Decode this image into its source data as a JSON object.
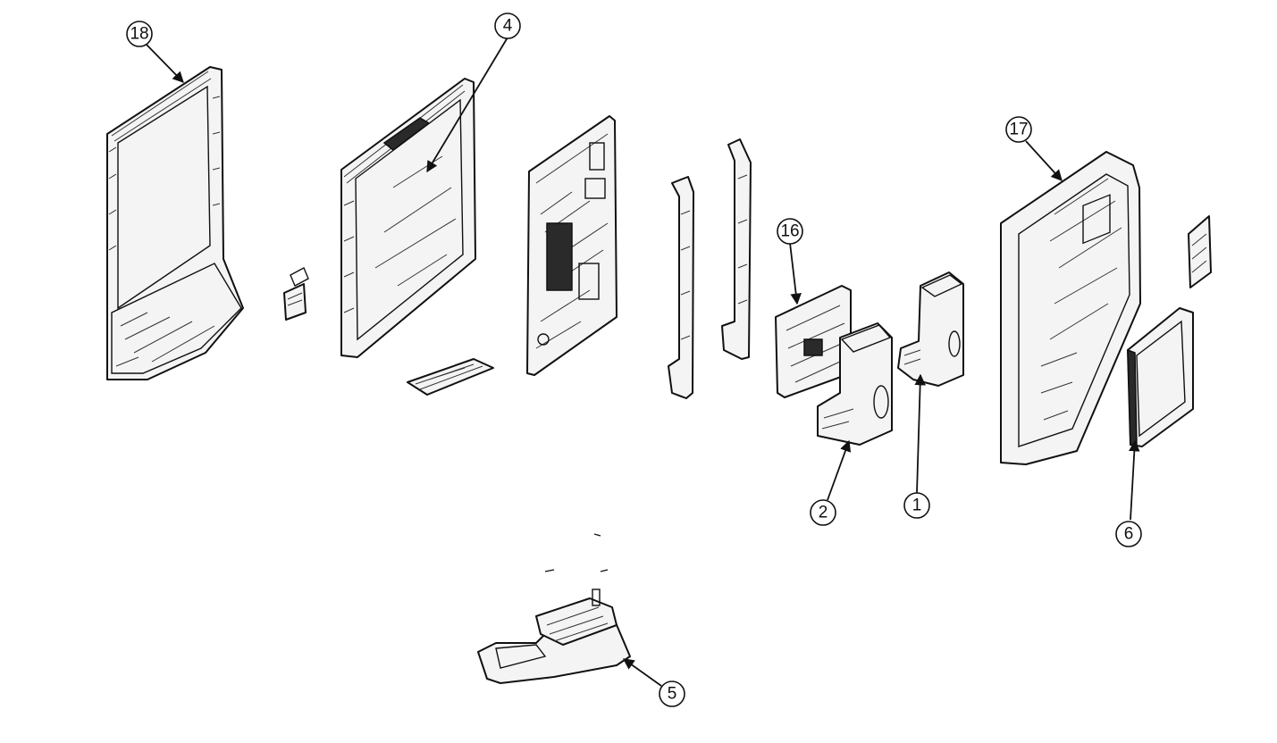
{
  "callouts": [
    {
      "id": "18",
      "label": "18"
    },
    {
      "id": "4",
      "label": "4"
    },
    {
      "id": "16",
      "label": "16"
    },
    {
      "id": "17",
      "label": "17"
    },
    {
      "id": "2",
      "label": "2"
    },
    {
      "id": "1",
      "label": "1"
    },
    {
      "id": "6",
      "label": "6"
    },
    {
      "id": "5",
      "label": "5"
    }
  ]
}
